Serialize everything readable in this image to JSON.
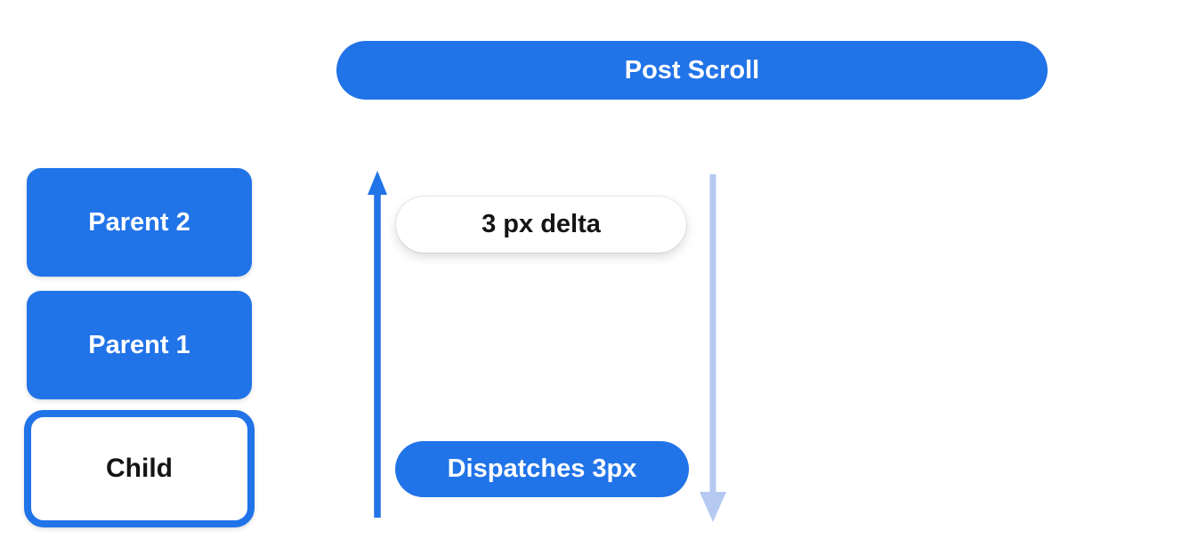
{
  "header": {
    "post_scroll_label": "Post Scroll"
  },
  "hierarchy": {
    "boxes": [
      {
        "label": "Parent 2",
        "variant": "filled"
      },
      {
        "label": "Parent 1",
        "variant": "filled"
      },
      {
        "label": "Child",
        "variant": "outlined"
      }
    ]
  },
  "flow": {
    "delta_label": "3 px delta",
    "dispatch_label": "Dispatches 3px",
    "up_arrow_icon": "arrow-up-icon",
    "down_arrow_icon": "arrow-down-icon"
  },
  "colors": {
    "primary_blue": "#2173e8",
    "light_blue": "#b5c9f1",
    "text_dark": "#141414"
  }
}
